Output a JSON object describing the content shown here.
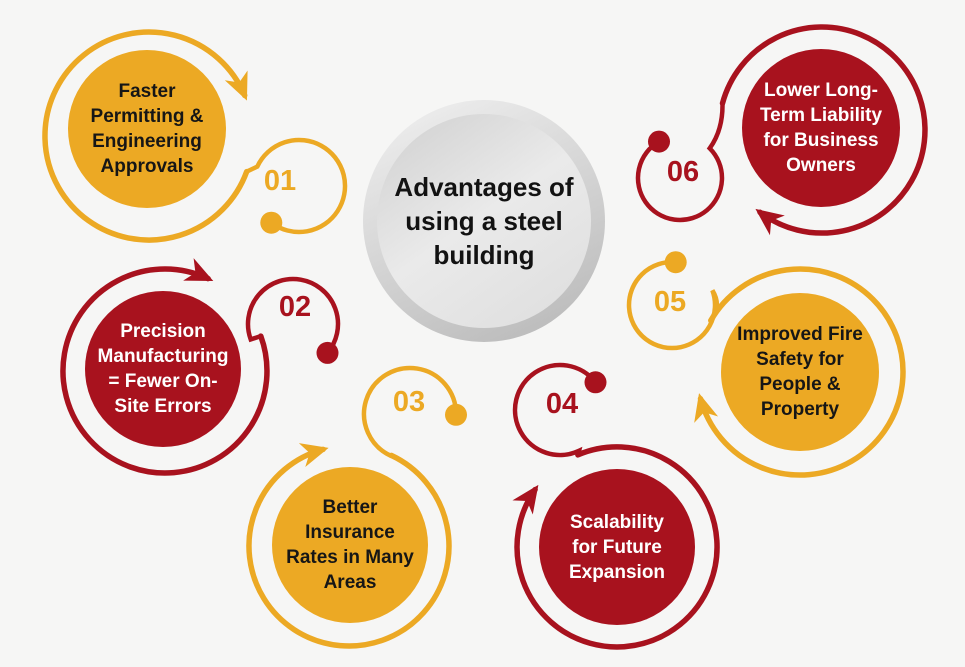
{
  "page": {
    "background": "#F6F6F5"
  },
  "colors": {
    "gold": "#ECA924",
    "red": "#A8121E"
  },
  "center": {
    "title": "Advantages of\nusing a steel\nbuilding"
  },
  "items": [
    {
      "number": "01",
      "label": "Faster\nPermitting &\nEngineering\nApprovals",
      "color": "gold"
    },
    {
      "number": "02",
      "label": "Precision\nManufacturing\n= Fewer On-\nSite Errors",
      "color": "red"
    },
    {
      "number": "03",
      "label": "Better\nInsurance\nRates in Many\nAreas",
      "color": "gold"
    },
    {
      "number": "04",
      "label": "Scalability\nfor Future\nExpansion",
      "color": "red"
    },
    {
      "number": "05",
      "label": "Improved Fire\nSafety for\nPeople &\nProperty",
      "color": "gold"
    },
    {
      "number": "06",
      "label": "Lower Long-\nTerm Liability\nfor Business\nOwners",
      "color": "red"
    }
  ]
}
